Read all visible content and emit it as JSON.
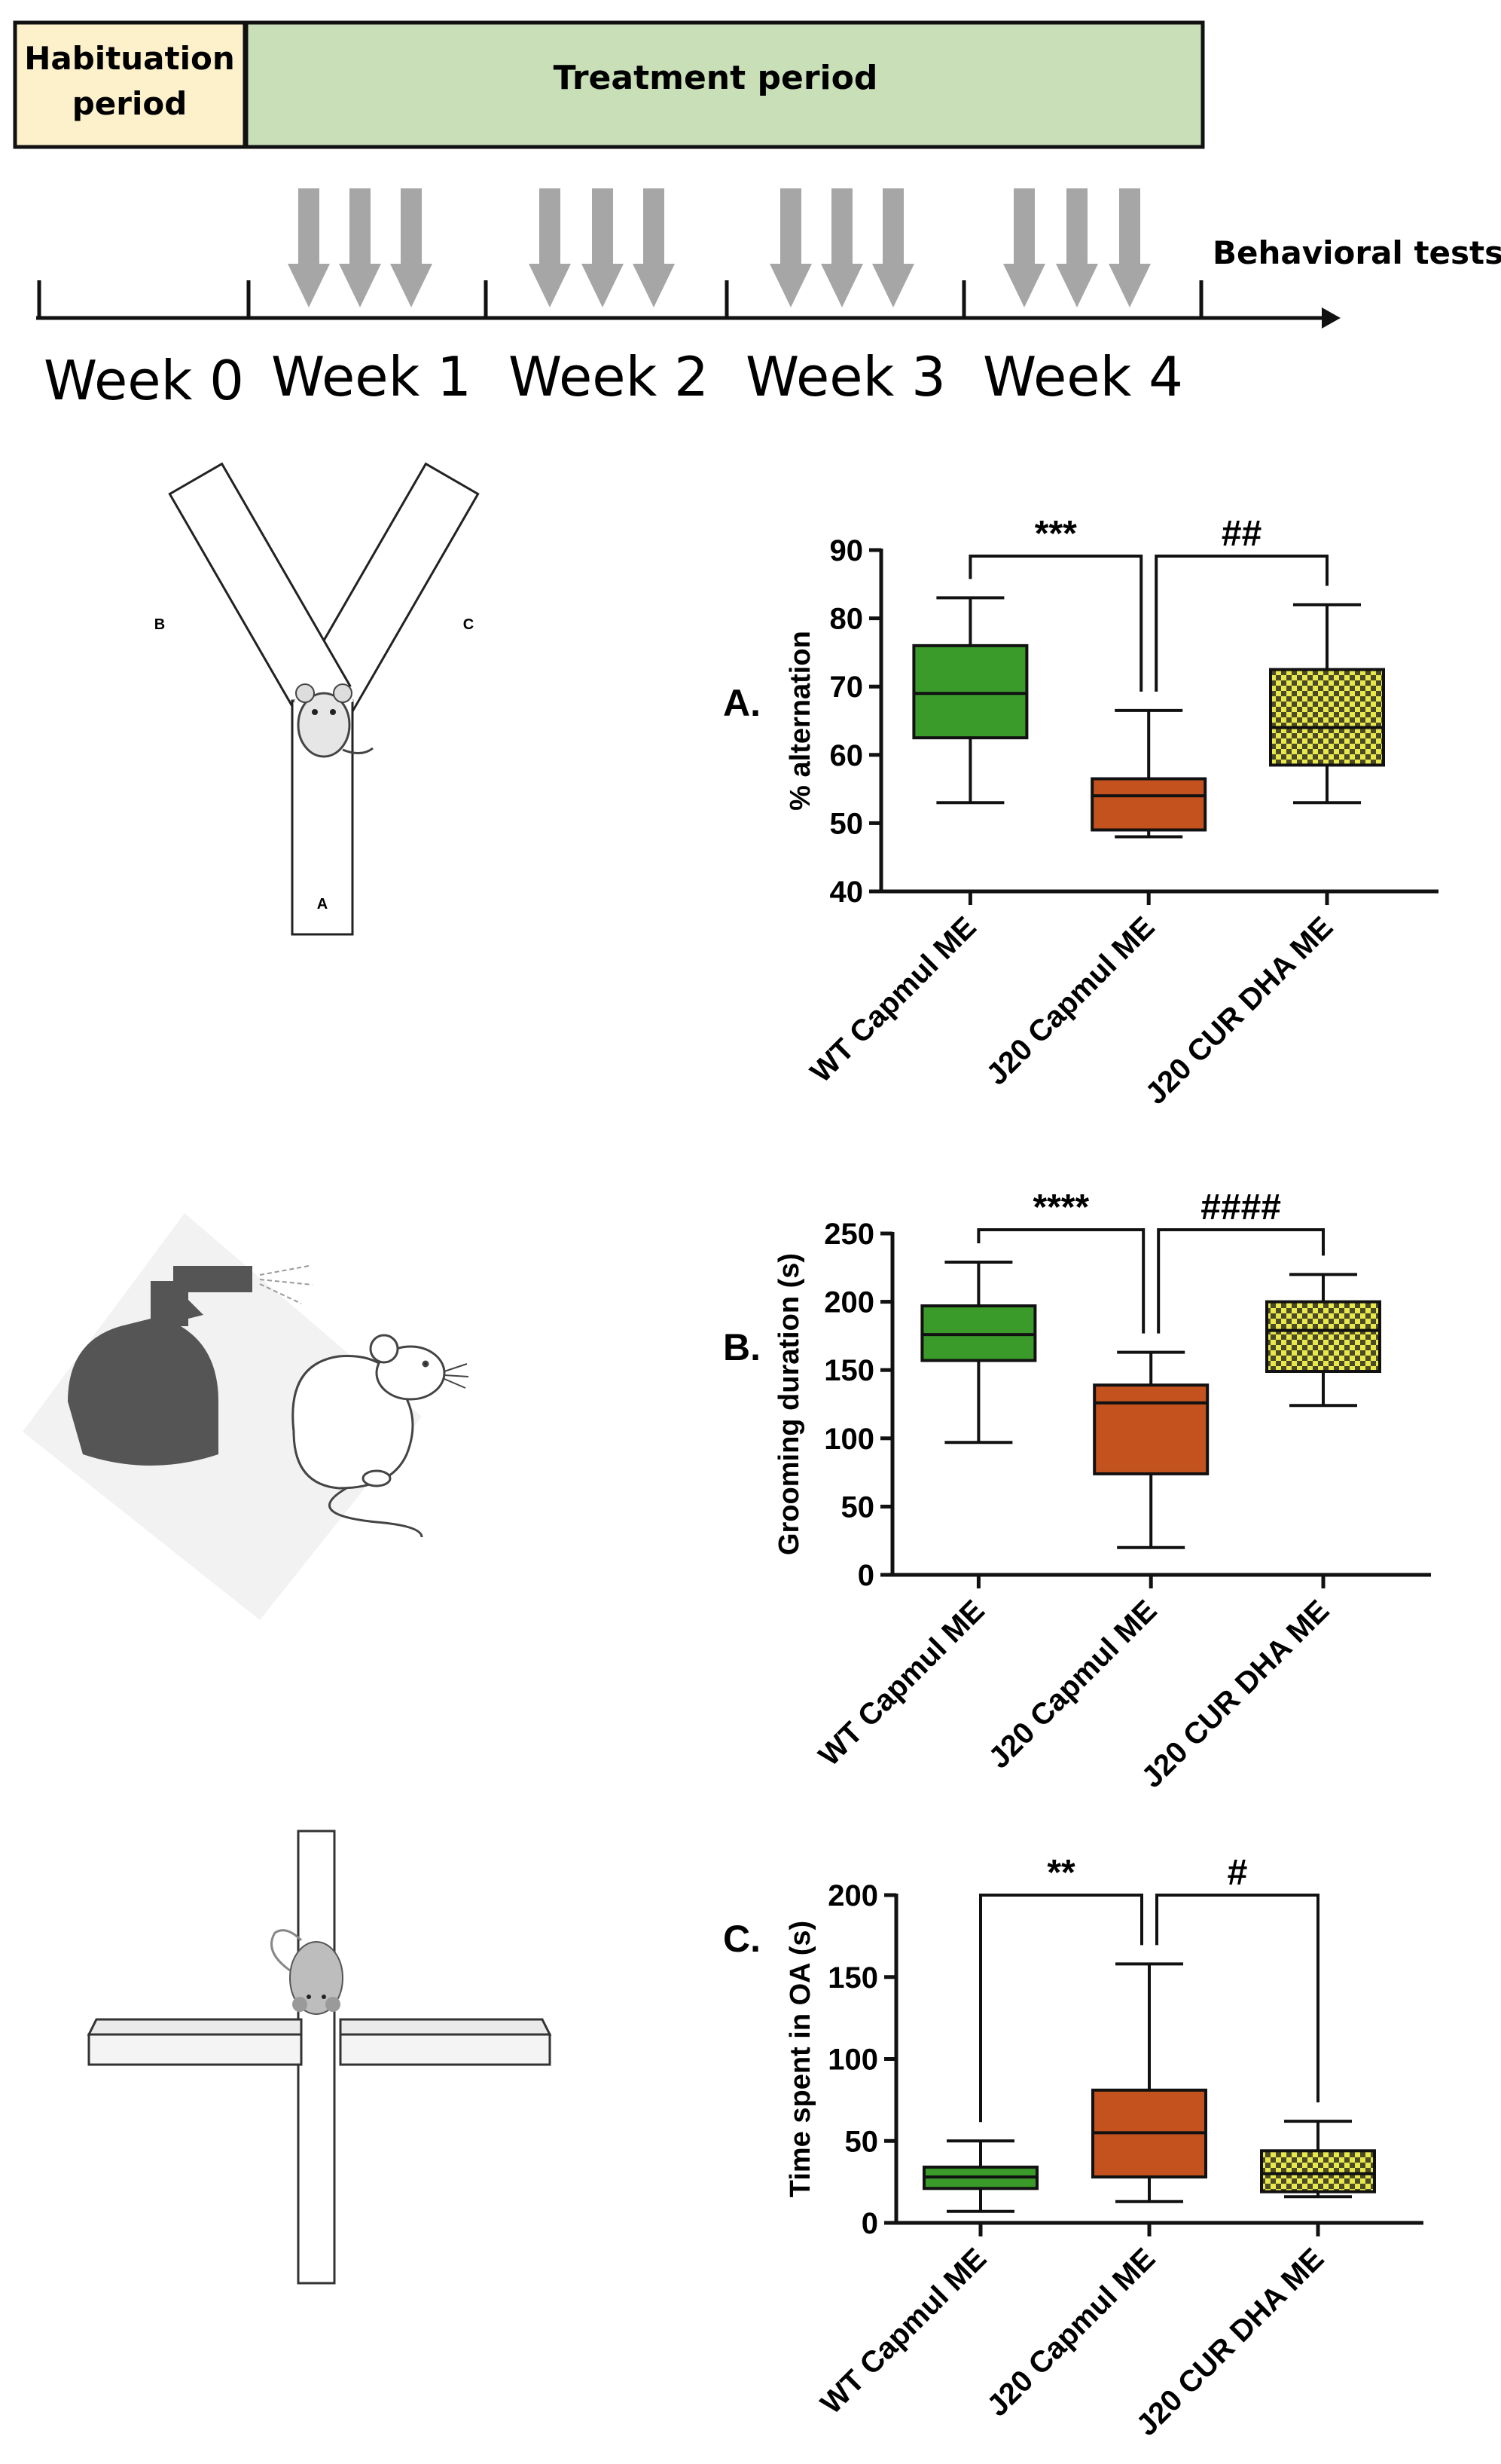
{
  "timeline": {
    "habituation_label_1": "Habituation",
    "habituation_label_2": "period",
    "treatment_label": "Treatment period",
    "behavioral_tests_label": "Behavioral tests",
    "weeks": [
      "Week 0",
      "Week 1",
      "Week 2",
      "Week 3",
      "Week 4"
    ],
    "colors": {
      "habituation_fill": "#fdf1cc",
      "treatment_fill": "#c8dfb8",
      "arrow_fill": "#a6a6a6"
    }
  },
  "ymaze": {
    "arm_labels": [
      "B",
      "C",
      "A"
    ]
  },
  "colors": {
    "wt": "#3a9a2a",
    "j20_capmul": "#c4521f",
    "j20_cur": "#e8e84a"
  },
  "chart_data": [
    {
      "type": "box",
      "panel_label": "A.",
      "ylabel": "% alternation",
      "ylim": [
        40,
        90
      ],
      "yticks": [
        40,
        50,
        60,
        70,
        80,
        90
      ],
      "categories": [
        "WT Capmul ME",
        "J20 Capmul ME",
        "J20 CUR DHA ME"
      ],
      "boxes": [
        {
          "min": 53,
          "q1": 62.5,
          "median": 69,
          "q3": 76,
          "max": 83
        },
        {
          "min": 48,
          "q1": 49,
          "median": 54,
          "q3": 56.5,
          "max": 66.5
        },
        {
          "min": 53,
          "q1": 58.5,
          "median": 64,
          "q3": 72.5,
          "max": 82
        }
      ],
      "significance": [
        {
          "from": 0,
          "to": 1,
          "label": "***"
        },
        {
          "from": 1,
          "to": 2,
          "label": "##"
        }
      ]
    },
    {
      "type": "box",
      "panel_label": "B.",
      "ylabel": "Grooming duration (s)",
      "ylim": [
        0,
        250
      ],
      "yticks": [
        0,
        50,
        100,
        150,
        200,
        250
      ],
      "categories": [
        "WT Capmul ME",
        "J20 Capmul ME",
        "J20 CUR DHA ME"
      ],
      "boxes": [
        {
          "min": 97,
          "q1": 157,
          "median": 176,
          "q3": 197,
          "max": 229
        },
        {
          "min": 20,
          "q1": 74,
          "median": 126,
          "q3": 139,
          "max": 163
        },
        {
          "min": 124,
          "q1": 149,
          "median": 179,
          "q3": 200,
          "max": 220
        }
      ],
      "significance": [
        {
          "from": 0,
          "to": 1,
          "label": "****"
        },
        {
          "from": 1,
          "to": 2,
          "label": "####"
        }
      ]
    },
    {
      "type": "box",
      "panel_label": "C.",
      "ylabel": "Time spent in OA (s)",
      "ylim": [
        0,
        200
      ],
      "yticks": [
        0,
        50,
        100,
        150,
        200
      ],
      "categories": [
        "WT Capmul ME",
        "J20 Capmul ME",
        "J20 CUR DHA ME"
      ],
      "boxes": [
        {
          "min": 7,
          "q1": 21,
          "median": 28,
          "q3": 34,
          "max": 50
        },
        {
          "min": 13,
          "q1": 28,
          "median": 55,
          "q3": 81,
          "max": 158
        },
        {
          "min": 16,
          "q1": 19,
          "median": 30,
          "q3": 44,
          "max": 62
        }
      ],
      "significance": [
        {
          "from": 0,
          "to": 1,
          "label": "**"
        },
        {
          "from": 1,
          "to": 2,
          "label": "#"
        }
      ]
    }
  ]
}
